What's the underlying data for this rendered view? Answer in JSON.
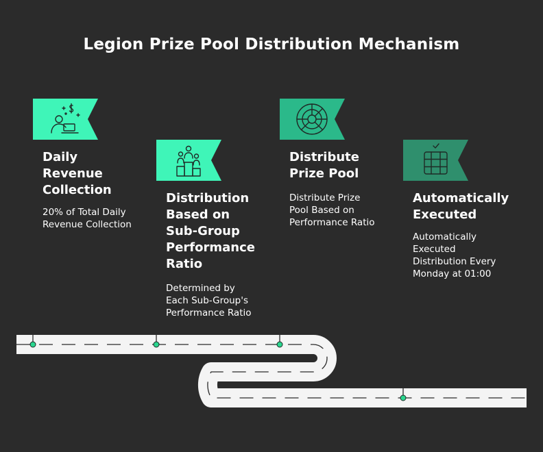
{
  "title": "Legion Prize Pool Distribution Mechanism",
  "colors": {
    "background": "#2b2b2b",
    "flag_bright": "#3ff5b8",
    "flag_medium": "#2bb98a",
    "flag_dark": "#2f8f6d",
    "milestone": "#2bd68f",
    "road": "#f4f4f4"
  },
  "steps": [
    {
      "icon": "person-revenue-icon",
      "title": "Daily\nRevenue\nCollection",
      "description": "20% of Total Daily\nRevenue Collection"
    },
    {
      "icon": "podium-icon",
      "title": "Distribution\nBased on\nSub-Group\nPerformance\nRatio",
      "description": "Determined by\nEach Sub-Group's\nPerformance Ratio"
    },
    {
      "icon": "pie-chart-icon",
      "title": "Distribute\nPrize Pool",
      "description": "Distribute Prize\nPool Based on\nPerformance Ratio"
    },
    {
      "icon": "server-icon",
      "title": "Automatically\nExecuted",
      "description": "Automatically\nExecuted\nDistribution Every\nMonday at 01:00"
    }
  ]
}
